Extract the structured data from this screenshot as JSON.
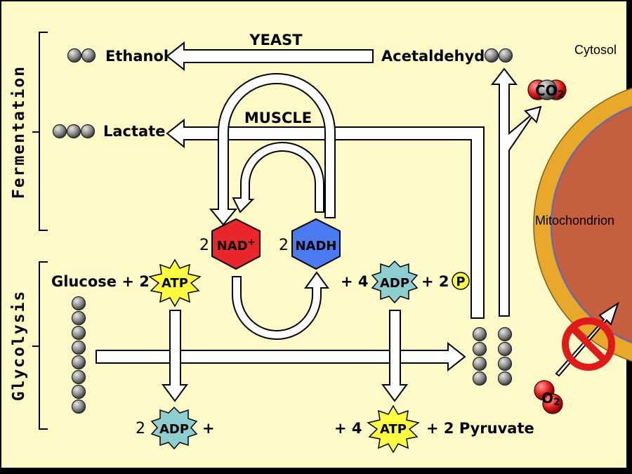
{
  "sections": {
    "fermentation": "Fermentation",
    "glycolysis": "Glycolysis"
  },
  "pathways": {
    "yeast": "YEAST",
    "muscle": "MUSCLE"
  },
  "labels": {
    "ethanol": "Ethanol",
    "acetaldehyde": "Acetaldehyde",
    "lactate": "Lactate",
    "cytosol": "Cytosol",
    "mitochondrion": "Mitochondrion",
    "glucose_plus_2": "Glucose + 2",
    "plus_4_left": "+ 4",
    "plus_2_p": "+ 2",
    "p": "P",
    "two_bottom": "2",
    "plus_bottom": "+",
    "plus_4_bottom": "+ 4",
    "plus_2_pyruvate": "+ 2 Pyruvate"
  },
  "molecules": {
    "nad_count": "2",
    "nad": "NAD",
    "nad_charge": "+",
    "nadh_count": "2",
    "nadh": "NADH",
    "atp_top": "ATP",
    "adp_top": "ADP",
    "adp_bottom": "ADP",
    "atp_bottom": "ATP",
    "co2": "CO",
    "co2_sub": "2",
    "o2": "O",
    "o2_sub": "2"
  },
  "colors": {
    "background": "#fffac8",
    "nad": "#e8262b",
    "nadh": "#4a7bf0",
    "atp": "#ffff40",
    "adp": "#8ecdd0",
    "mito_outer": "#e8a82a",
    "mito_inner": "#c65f3d",
    "no_sign": "#e01a1a",
    "gray_atom": "#8a8a8a"
  }
}
